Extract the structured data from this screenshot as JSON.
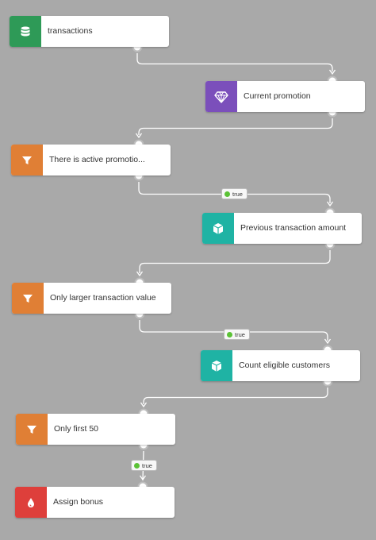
{
  "colors": {
    "green": "#2e9a57",
    "purple": "#7b4fbb",
    "orange": "#e07f35",
    "teal": "#1fb3a4",
    "red": "#de3f3b",
    "connector": "#ffffff",
    "port": "#bdbdbd",
    "true_dot": "#5bc236"
  },
  "nodes": [
    {
      "label": "transactions",
      "icon": "database-icon"
    },
    {
      "label": "Current promotion",
      "icon": "diamond-icon"
    },
    {
      "label": "There is active promotio...",
      "icon": "filter-icon"
    },
    {
      "label": "Previous transaction amount",
      "icon": "cube-icon"
    },
    {
      "label": "Only larger transaction value",
      "icon": "filter-icon"
    },
    {
      "label": "Count eligible customers",
      "icon": "cube-icon"
    },
    {
      "label": "Only first 50",
      "icon": "filter-icon"
    },
    {
      "label": "Assign bonus",
      "icon": "drop-icon"
    }
  ],
  "conditions": [
    "true",
    "true",
    "true"
  ]
}
